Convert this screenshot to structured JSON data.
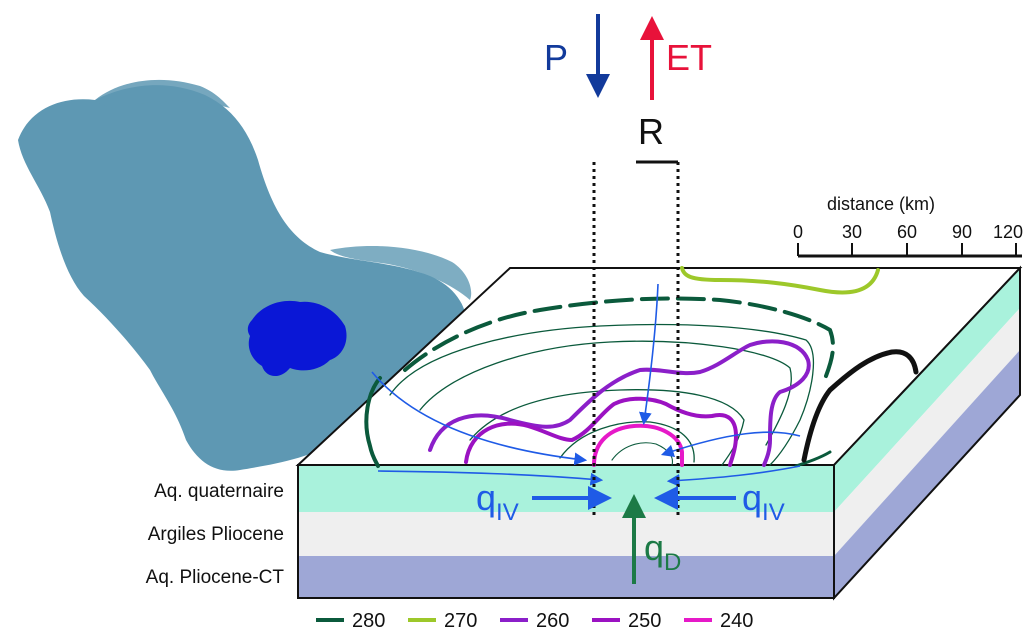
{
  "fluxes": {
    "precipitation": "P",
    "evapotranspiration": "ET",
    "recharge": "R",
    "lateral_flow": "q",
    "lateral_flow_sub": "IV",
    "vertical_flow": "q",
    "vertical_flow_sub": "D"
  },
  "scale_bar": {
    "title": "distance (km)",
    "ticks": [
      "0",
      "30",
      "60",
      "90",
      "120"
    ]
  },
  "layers": [
    {
      "name": "Aq. quaternaire",
      "color": "#a9f2dc"
    },
    {
      "name": "Argiles Pliocene",
      "color": "#efefef"
    },
    {
      "name": "Aq. Pliocene-CT",
      "color": "#9ea7d6"
    }
  ],
  "legend": [
    {
      "value": "280",
      "color": "#0b5a3c"
    },
    {
      "value": "270",
      "color": "#9dc82a"
    },
    {
      "value": "260",
      "color": "#8b1fc9"
    },
    {
      "value": "250",
      "color": "#9b12c2"
    },
    {
      "value": "240",
      "color": "#e619c8"
    }
  ],
  "colors": {
    "precipitation": "#123a9b",
    "evapotranspiration": "#e8123a",
    "flow": "#1f5be6",
    "vertical_flow": "#1c7a46",
    "map_basin": "#5e98b3",
    "map_subbasin": "#0a17d6"
  }
}
